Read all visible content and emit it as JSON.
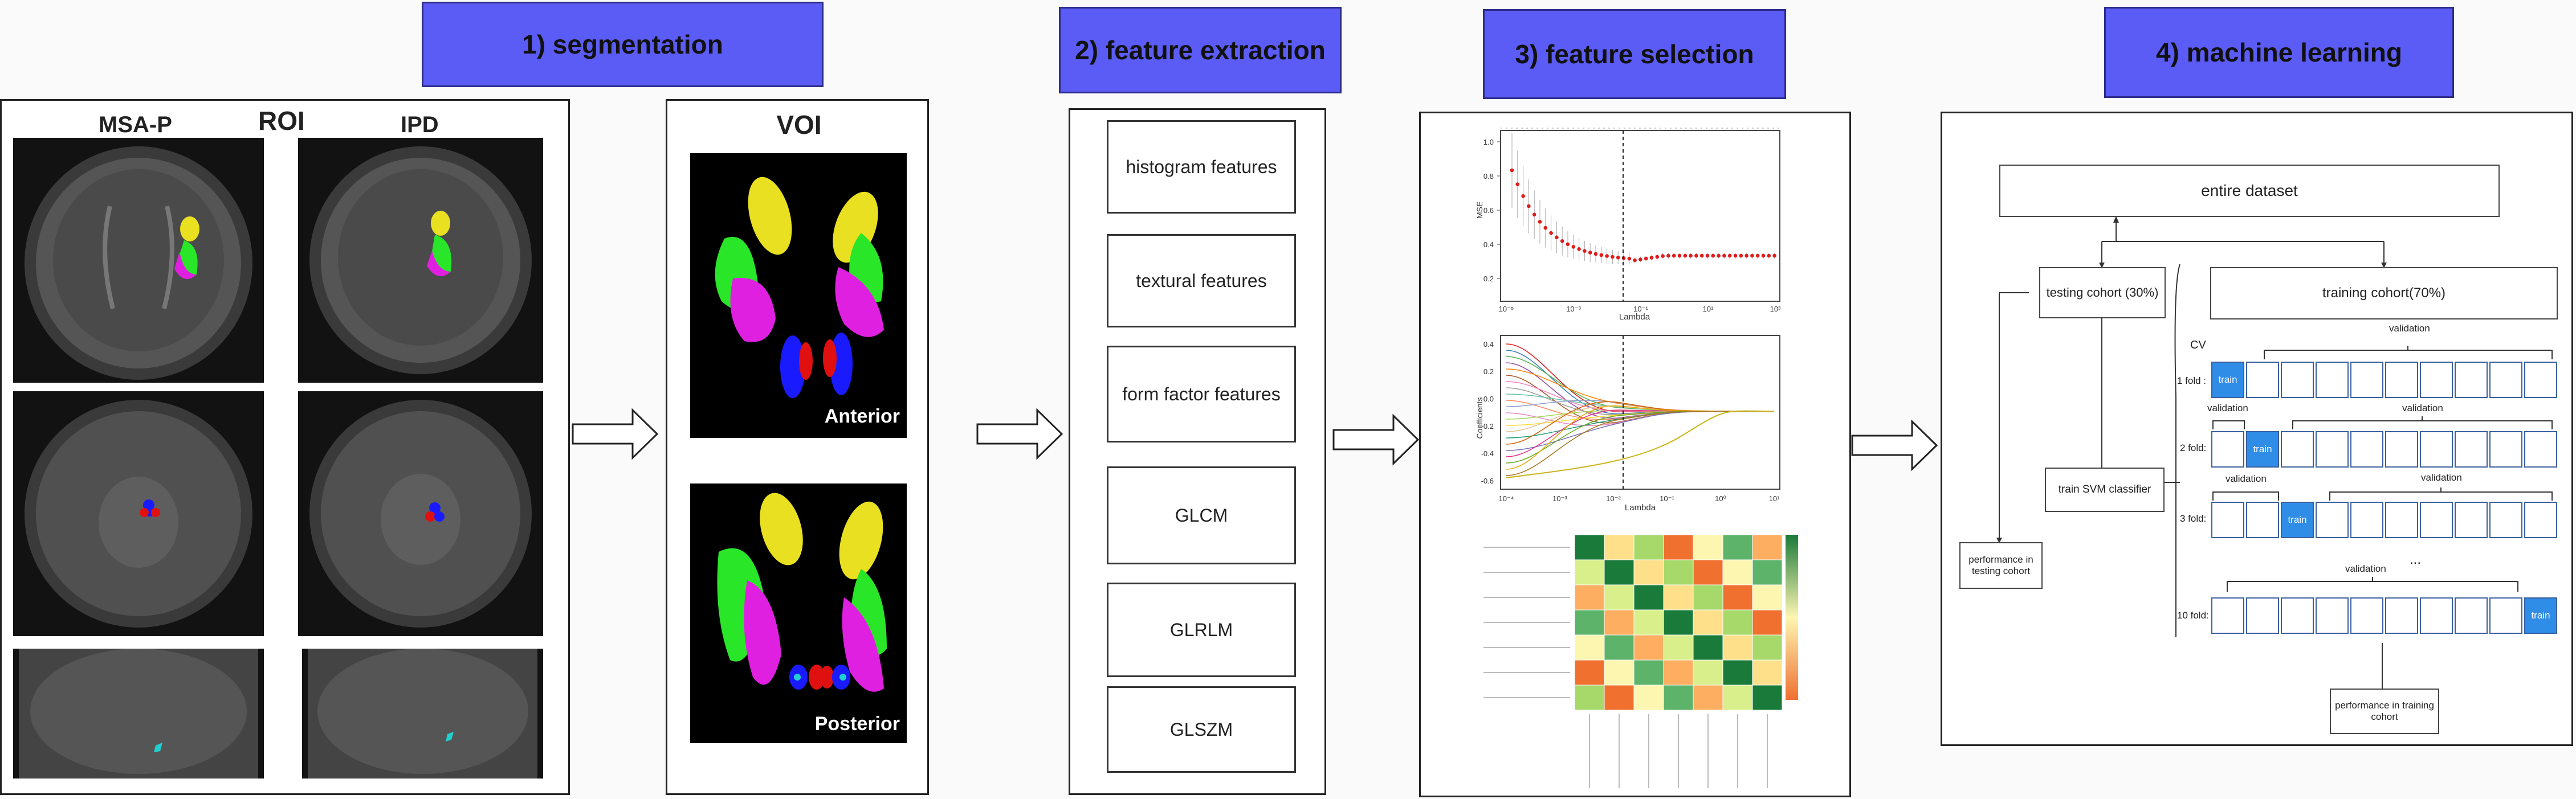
{
  "steps": {
    "s1": "1) segmentation",
    "s2": "2) feature extraction",
    "s3": "3) feature selection",
    "s4": "4) machine learning"
  },
  "segmentation": {
    "roi_label": "ROI",
    "col_left": "MSA-P",
    "col_right": "IPD"
  },
  "voi": {
    "title": "VOI",
    "anterior": "Anterior",
    "posterior": "Posterior"
  },
  "features": [
    "histogram features",
    "textural features",
    "form factor features",
    "GLCM",
    "GLRLM",
    "GLSZM"
  ],
  "selection": {
    "mse_ylabel": "MSE",
    "mse_xlabel": "Lambda",
    "coef_ylabel": "Coefficients",
    "coef_xlabel": "Lambda",
    "mse_yticks": [
      "1.0",
      "0.8",
      "0.6",
      "0.4",
      "0.2"
    ],
    "coef_yticks": [
      "0.4",
      "0.2",
      "0.0",
      "-0.2",
      "-0.4",
      "-0.6"
    ],
    "mse_xticks": [
      "10⁻⁵",
      "10⁻³",
      "10⁻¹",
      "10¹",
      "10³"
    ],
    "coef_xticks": [
      "10⁻⁴",
      "10⁻³",
      "10⁻²",
      "10⁻¹",
      "10⁰",
      "10¹"
    ]
  },
  "ml": {
    "entire": "entire dataset",
    "testing": "testing cohort (30%)",
    "training": "training cohort(70%)",
    "svm": "train SVM classifier",
    "perf_testing": "performance in testing cohort",
    "perf_training": "performance in training cohort",
    "cv": "CV",
    "validation": "validation",
    "train": "train",
    "fold1": "1 fold :",
    "fold2": "2 fold:",
    "fold3": "3 fold:",
    "fold10": "10 fold:",
    "ellipsis": "..."
  },
  "colors": {
    "header_fill": "#5b5bf5",
    "train_cell": "#2f8de8",
    "putamen": "#e020e0",
    "globus": "#29e629",
    "caudate": "#e8e020",
    "red_nucleus": "#e01010",
    "substantia_nigra": "#1a1aff",
    "dentate": "#20d0d0"
  }
}
